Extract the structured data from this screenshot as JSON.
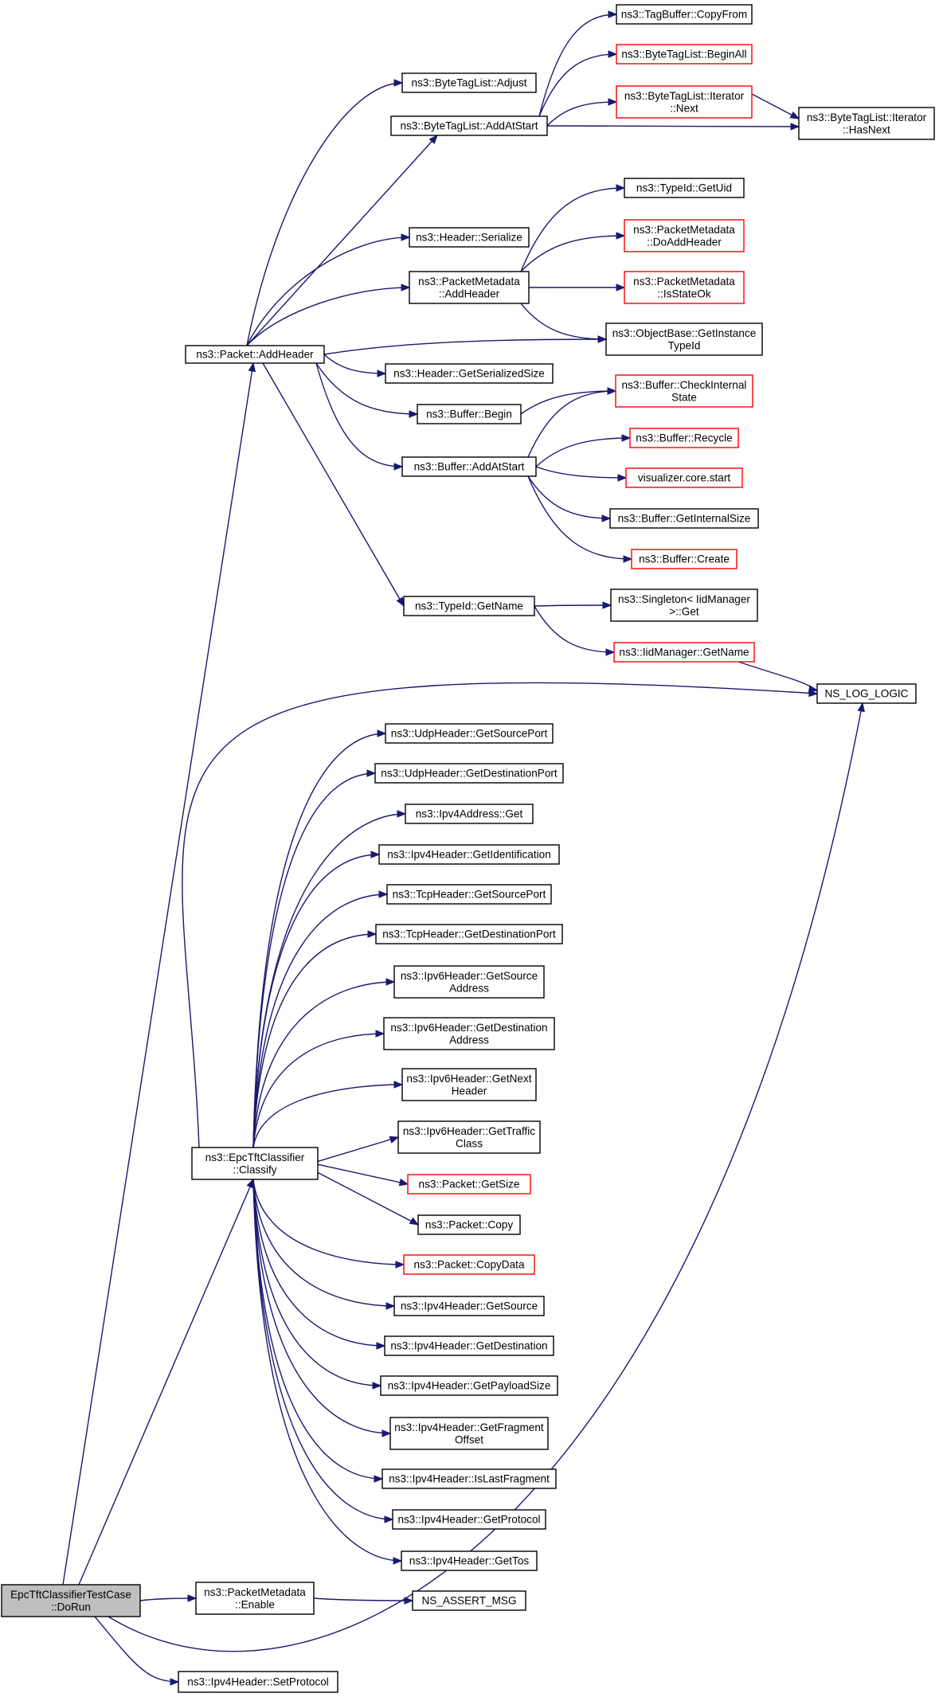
{
  "colors": {
    "edge": "#191970",
    "border_normal": "#000000",
    "border_truncated": "#ff0000",
    "root_fill": "#bfbfbf",
    "node_fill": "#ffffff"
  },
  "nodes": [
    {
      "id": "root",
      "lines": [
        "EpcTftClassifierTestCase",
        "::DoRun"
      ],
      "style": "root"
    },
    {
      "id": "pkt_addheader",
      "lines": [
        "ns3::Packet::AddHeader"
      ],
      "style": "normal"
    },
    {
      "id": "epc_classify",
      "lines": [
        "ns3::EpcTftClassifier",
        "::Classify"
      ],
      "style": "normal"
    },
    {
      "id": "pm_enable",
      "lines": [
        "ns3::PacketMetadata",
        "::Enable"
      ],
      "style": "normal"
    },
    {
      "id": "ipv4_setprotocol",
      "lines": [
        "ns3::Ipv4Header::SetProtocol"
      ],
      "style": "normal"
    },
    {
      "id": "ns_assert_msg",
      "lines": [
        "NS_ASSERT_MSG"
      ],
      "style": "normal"
    },
    {
      "id": "ns_log_logic",
      "lines": [
        "NS_LOG_LOGIC"
      ],
      "style": "normal"
    },
    {
      "id": "btl_adjust",
      "lines": [
        "ns3::ByteTagList::Adjust"
      ],
      "style": "normal"
    },
    {
      "id": "btl_addatstart",
      "lines": [
        "ns3::ByteTagList::AddAtStart"
      ],
      "style": "normal"
    },
    {
      "id": "tagbuf_copyfrom",
      "lines": [
        "ns3::TagBuffer::CopyFrom"
      ],
      "style": "normal"
    },
    {
      "id": "btl_beginall",
      "lines": [
        "ns3::ByteTagList::BeginAll"
      ],
      "style": "truncated"
    },
    {
      "id": "btl_iter_next",
      "lines": [
        "ns3::ByteTagList::Iterator",
        "::Next"
      ],
      "style": "truncated"
    },
    {
      "id": "btl_iter_hasnext",
      "lines": [
        "ns3::ByteTagList::Iterator",
        "::HasNext"
      ],
      "style": "normal"
    },
    {
      "id": "hdr_serialize",
      "lines": [
        "ns3::Header::Serialize"
      ],
      "style": "normal"
    },
    {
      "id": "pm_addheader",
      "lines": [
        "ns3::PacketMetadata",
        "::AddHeader"
      ],
      "style": "normal"
    },
    {
      "id": "typeid_getuid",
      "lines": [
        "ns3::TypeId::GetUid"
      ],
      "style": "normal"
    },
    {
      "id": "pm_doaddheader",
      "lines": [
        "ns3::PacketMetadata",
        "::DoAddHeader"
      ],
      "style": "truncated"
    },
    {
      "id": "pm_isstateok",
      "lines": [
        "ns3::PacketMetadata",
        "::IsStateOk"
      ],
      "style": "truncated"
    },
    {
      "id": "objbase_getinstancetypeid",
      "lines": [
        "ns3::ObjectBase::GetInstance",
        "TypeId"
      ],
      "style": "normal"
    },
    {
      "id": "hdr_getserializedsize",
      "lines": [
        "ns3::Header::GetSerializedSize"
      ],
      "style": "normal"
    },
    {
      "id": "buf_begin",
      "lines": [
        "ns3::Buffer::Begin"
      ],
      "style": "normal"
    },
    {
      "id": "buf_checkinternalstate",
      "lines": [
        "ns3::Buffer::CheckInternal",
        "State"
      ],
      "style": "truncated"
    },
    {
      "id": "buf_addatstart",
      "lines": [
        "ns3::Buffer::AddAtStart"
      ],
      "style": "normal"
    },
    {
      "id": "buf_recycle",
      "lines": [
        "ns3::Buffer::Recycle"
      ],
      "style": "truncated"
    },
    {
      "id": "vis_core_start",
      "lines": [
        "visualizer.core.start"
      ],
      "style": "truncated"
    },
    {
      "id": "buf_getinternalsize",
      "lines": [
        "ns3::Buffer::GetInternalSize"
      ],
      "style": "normal"
    },
    {
      "id": "buf_create",
      "lines": [
        "ns3::Buffer::Create"
      ],
      "style": "truncated"
    },
    {
      "id": "typeid_getname",
      "lines": [
        "ns3::TypeId::GetName"
      ],
      "style": "normal"
    },
    {
      "id": "singleton_get",
      "lines": [
        "ns3::Singleton< IidManager",
        ">::Get"
      ],
      "style": "normal"
    },
    {
      "id": "iidmgr_getname",
      "lines": [
        "ns3::IidManager::GetName"
      ],
      "style": "truncated"
    },
    {
      "id": "udp_getsourceport",
      "lines": [
        "ns3::UdpHeader::GetSourcePort"
      ],
      "style": "normal"
    },
    {
      "id": "udp_getdestinationport",
      "lines": [
        "ns3::UdpHeader::GetDestinationPort"
      ],
      "style": "normal"
    },
    {
      "id": "ipv4addr_get",
      "lines": [
        "ns3::Ipv4Address::Get"
      ],
      "style": "normal"
    },
    {
      "id": "ipv4_getidentification",
      "lines": [
        "ns3::Ipv4Header::GetIdentification"
      ],
      "style": "normal"
    },
    {
      "id": "tcp_getsourceport",
      "lines": [
        "ns3::TcpHeader::GetSourcePort"
      ],
      "style": "normal"
    },
    {
      "id": "tcp_getdestinationport",
      "lines": [
        "ns3::TcpHeader::GetDestinationPort"
      ],
      "style": "normal"
    },
    {
      "id": "ipv6_getsourceaddress",
      "lines": [
        "ns3::Ipv6Header::GetSource",
        "Address"
      ],
      "style": "normal"
    },
    {
      "id": "ipv6_getdestinationaddress",
      "lines": [
        "ns3::Ipv6Header::GetDestination",
        "Address"
      ],
      "style": "normal"
    },
    {
      "id": "ipv6_getnextheader",
      "lines": [
        "ns3::Ipv6Header::GetNext",
        "Header"
      ],
      "style": "normal"
    },
    {
      "id": "ipv6_gettrafficclass",
      "lines": [
        "ns3::Ipv6Header::GetTraffic",
        "Class"
      ],
      "style": "normal"
    },
    {
      "id": "pkt_getsize",
      "lines": [
        "ns3::Packet::GetSize"
      ],
      "style": "truncated"
    },
    {
      "id": "pkt_copy",
      "lines": [
        "ns3::Packet::Copy"
      ],
      "style": "normal"
    },
    {
      "id": "pkt_copydata",
      "lines": [
        "ns3::Packet::CopyData"
      ],
      "style": "truncated"
    },
    {
      "id": "ipv4_getsource",
      "lines": [
        "ns3::Ipv4Header::GetSource"
      ],
      "style": "normal"
    },
    {
      "id": "ipv4_getdestination",
      "lines": [
        "ns3::Ipv4Header::GetDestination"
      ],
      "style": "normal"
    },
    {
      "id": "ipv4_getpayloadsize",
      "lines": [
        "ns3::Ipv4Header::GetPayloadSize"
      ],
      "style": "normal"
    },
    {
      "id": "ipv4_getfragmentoffset",
      "lines": [
        "ns3::Ipv4Header::GetFragment",
        "Offset"
      ],
      "style": "normal"
    },
    {
      "id": "ipv4_islastfragment",
      "lines": [
        "ns3::Ipv4Header::IsLastFragment"
      ],
      "style": "normal"
    },
    {
      "id": "ipv4_getprotocol",
      "lines": [
        "ns3::Ipv4Header::GetProtocol"
      ],
      "style": "normal"
    },
    {
      "id": "ipv4_gettos",
      "lines": [
        "ns3::Ipv4Header::GetTos"
      ],
      "style": "normal"
    }
  ],
  "edges": [
    [
      "root",
      "pkt_addheader"
    ],
    [
      "root",
      "epc_classify"
    ],
    [
      "root",
      "pm_enable"
    ],
    [
      "root",
      "ipv4_setprotocol"
    ],
    [
      "root",
      "ns_log_logic"
    ],
    [
      "pm_enable",
      "ns_assert_msg"
    ],
    [
      "pkt_addheader",
      "btl_adjust"
    ],
    [
      "pkt_addheader",
      "btl_addatstart"
    ],
    [
      "pkt_addheader",
      "hdr_serialize"
    ],
    [
      "pkt_addheader",
      "pm_addheader"
    ],
    [
      "pkt_addheader",
      "objbase_getinstancetypeid"
    ],
    [
      "pkt_addheader",
      "hdr_getserializedsize"
    ],
    [
      "pkt_addheader",
      "buf_begin"
    ],
    [
      "pkt_addheader",
      "buf_addatstart"
    ],
    [
      "pkt_addheader",
      "typeid_getname"
    ],
    [
      "btl_addatstart",
      "tagbuf_copyfrom"
    ],
    [
      "btl_addatstart",
      "btl_beginall"
    ],
    [
      "btl_addatstart",
      "btl_iter_next"
    ],
    [
      "btl_addatstart",
      "btl_iter_hasnext"
    ],
    [
      "btl_iter_next",
      "btl_iter_hasnext"
    ],
    [
      "pm_addheader",
      "typeid_getuid"
    ],
    [
      "pm_addheader",
      "pm_doaddheader"
    ],
    [
      "pm_addheader",
      "pm_isstateok"
    ],
    [
      "pm_addheader",
      "objbase_getinstancetypeid"
    ],
    [
      "buf_begin",
      "buf_checkinternalstate"
    ],
    [
      "buf_addatstart",
      "buf_checkinternalstate"
    ],
    [
      "buf_addatstart",
      "buf_recycle"
    ],
    [
      "buf_addatstart",
      "vis_core_start"
    ],
    [
      "buf_addatstart",
      "buf_getinternalsize"
    ],
    [
      "buf_addatstart",
      "buf_create"
    ],
    [
      "typeid_getname",
      "singleton_get"
    ],
    [
      "typeid_getname",
      "iidmgr_getname"
    ],
    [
      "iidmgr_getname",
      "ns_log_logic"
    ],
    [
      "epc_classify",
      "ns_log_logic"
    ],
    [
      "epc_classify",
      "udp_getsourceport"
    ],
    [
      "epc_classify",
      "udp_getdestinationport"
    ],
    [
      "epc_classify",
      "ipv4addr_get"
    ],
    [
      "epc_classify",
      "ipv4_getidentification"
    ],
    [
      "epc_classify",
      "tcp_getsourceport"
    ],
    [
      "epc_classify",
      "tcp_getdestinationport"
    ],
    [
      "epc_classify",
      "ipv6_getsourceaddress"
    ],
    [
      "epc_classify",
      "ipv6_getdestinationaddress"
    ],
    [
      "epc_classify",
      "ipv6_getnextheader"
    ],
    [
      "epc_classify",
      "ipv6_gettrafficclass"
    ],
    [
      "epc_classify",
      "pkt_getsize"
    ],
    [
      "epc_classify",
      "pkt_copy"
    ],
    [
      "epc_classify",
      "pkt_copydata"
    ],
    [
      "epc_classify",
      "ipv4_getsource"
    ],
    [
      "epc_classify",
      "ipv4_getdestination"
    ],
    [
      "epc_classify",
      "ipv4_getpayloadsize"
    ],
    [
      "epc_classify",
      "ipv4_getfragmentoffset"
    ],
    [
      "epc_classify",
      "ipv4_islastfragment"
    ],
    [
      "epc_classify",
      "ipv4_getprotocol"
    ],
    [
      "epc_classify",
      "ipv4_gettos"
    ]
  ]
}
